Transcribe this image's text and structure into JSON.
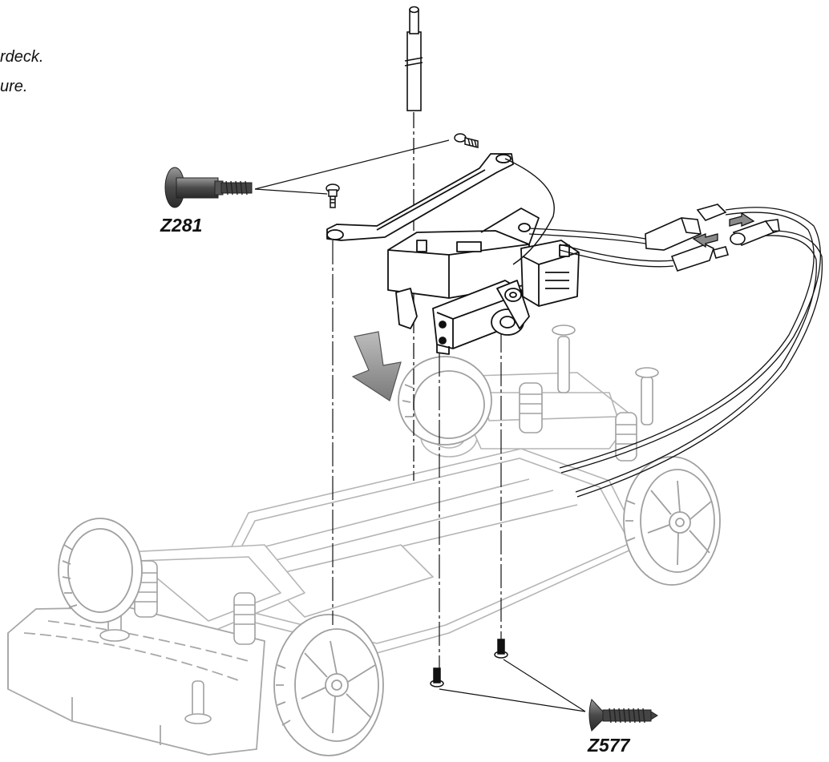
{
  "notes": [
    "rdeck.",
    "ure."
  ],
  "parts": [
    {
      "code": "Z281",
      "icon": "button-head-screw-icon"
    },
    {
      "code": "Z577",
      "icon": "countersunk-screw-icon"
    }
  ]
}
